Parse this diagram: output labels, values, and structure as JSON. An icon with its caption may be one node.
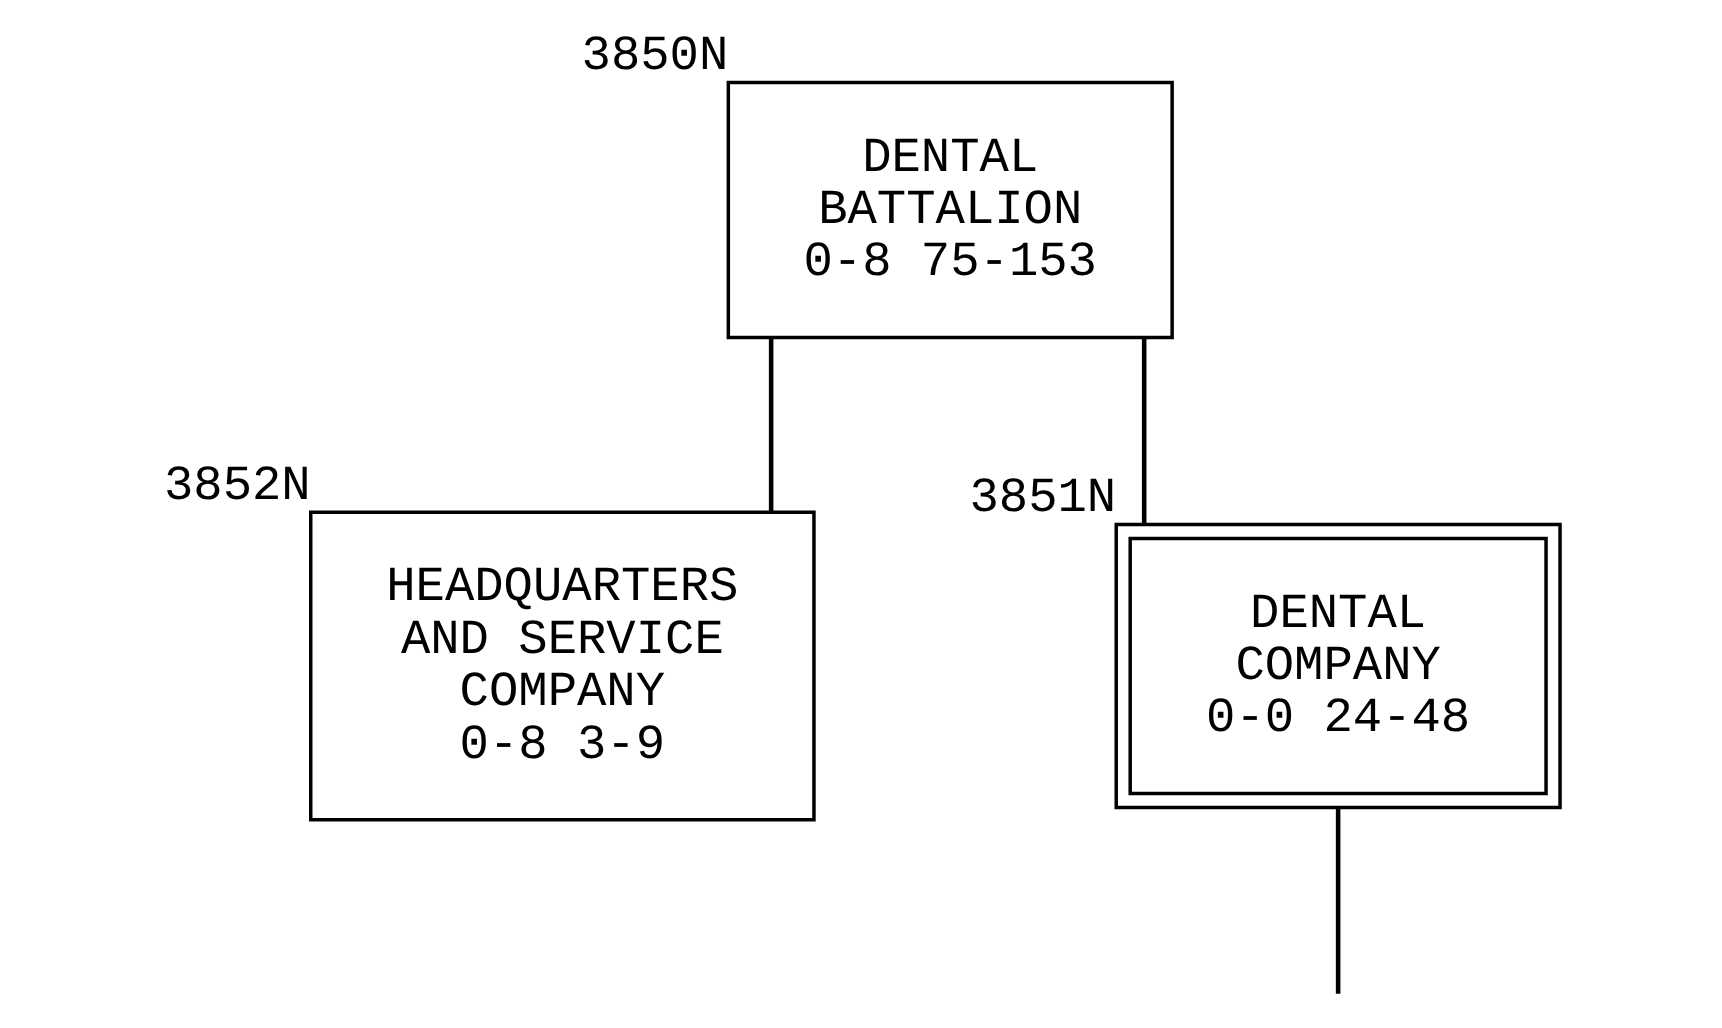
{
  "diagram": {
    "nodes": [
      {
        "text": [
          "DENTAL BATTALION",
          "0-8 75-153"
        ],
        "beside": [
          "3850N"
        ]
      },
      {
        "text": [
          "HEADQUARTERS AND SERVICE COMPANY",
          "0-8 3-9"
        ],
        "beside": [
          "3852N"
        ]
      },
      {
        "text": [
          "DENTAL COMPANY",
          "0-0 24-48"
        ],
        "beside": [
          "3851N"
        ]
      }
    ],
    "edges": [
      {
        "from": 0,
        "to": 1,
        "arrow": "none"
      },
      {
        "from": 0,
        "to": 2,
        "arrow": "none"
      },
      {
        "from": 2,
        "to": null,
        "arrow": "none"
      }
    ]
  }
}
